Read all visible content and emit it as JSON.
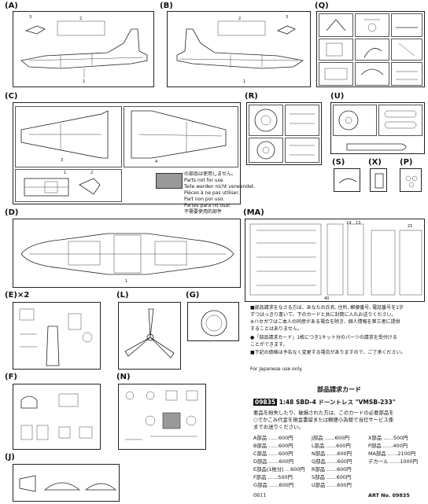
{
  "sections": {
    "A": "(A)",
    "B": "(B)",
    "C": "(C)",
    "D": "(D)",
    "E": "(E)×2",
    "F": "(F)",
    "J": "(J)",
    "L": "(L)",
    "G": "(G)",
    "N": "(N)",
    "Q": "(Q)",
    "R": "(R)",
    "U": "(U)",
    "S": "(S)",
    "X": "(X)",
    "P": "(P)",
    "MA": "(MA)"
  },
  "part_numbers": {
    "a1": "1",
    "a2": "2",
    "a3": "3",
    "b1": "1",
    "b2": "2",
    "b3": "3",
    "c1": "1",
    "c2": "2",
    "c3": "3",
    "c4": "4",
    "d1": "1",
    "ma14": "14",
    "ma13": "13",
    "ma21": "21",
    "ma40": "40"
  },
  "notice": {
    "jp": "の部品は使用しません。",
    "en": "Parts not for use.",
    "de": "Teile werden nicht verwendet.",
    "fr": "Pièces à ne pas utiliser.",
    "es": "Part non por uso.",
    "pt": "Partes para no usar.",
    "cn": "不需要使用的部件"
  },
  "info": {
    "p1": "■部品請求をなさる方は、あなたの氏名, 住所, 郵便番号, 電話番号を1字",
    "p2": "ずつはっきり書いて、下のカードと共に封筒に入れお送りください。",
    "p3": "※ハセガワはご本人の同意がある場合を除き、個人情報を第三者に提供",
    "p4": "することはありません。",
    "p5": "●「部品請求カード」1枚につき1キット分のパーツの請求を受付ける",
    "p6": "ことができます。",
    "p7": "■下記の価格は予告なく変更する場合がありますので、ご了承ください。",
    "jp_only": "For Japanese use only."
  },
  "card": {
    "title": "部品請求カード",
    "code": "09835",
    "scale": "1:48",
    "name": "SBD-4 ドーントレス \"VMSB-233\"",
    "desc1": "要品を紛失したり、破損された方は、このカードの必要部品を",
    "desc2": "○でかこみ代金を現金書留または郵便小為替で当社サービス係",
    "desc3": "までお送りください。",
    "prices": [
      [
        "A部品 ……600円",
        "J部品 ……600円",
        "X部品 ……500円"
      ],
      [
        "B部品 ……600円",
        "L部品 ……600円",
        "P部品 ……400円"
      ],
      [
        "C部品 ……600円",
        "N部品 ……600円",
        "MA部品 ……2100円"
      ],
      [
        "D部品 ……600円",
        "Q部品 ……600円",
        "デカール ……1000円"
      ],
      [
        "E部品(1枚分) …600円",
        "R部品 ……600円",
        ""
      ],
      [
        "F部品 ……500円",
        "S部品 ……600円",
        ""
      ],
      [
        "G部品 ……600円",
        "U部品 ……600円",
        ""
      ]
    ],
    "footer_code": "0811",
    "art_label": "ART No.",
    "art_no": "09835"
  }
}
